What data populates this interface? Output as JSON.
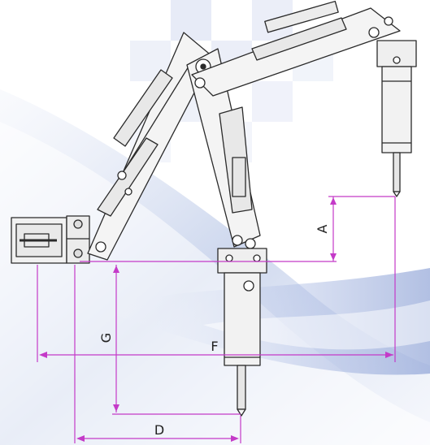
{
  "dimensions": {
    "A": "A",
    "D": "D",
    "F": "F",
    "G": "G"
  },
  "colors": {
    "dimension_line": "#c43ac8",
    "machine_line": "#2a2a2a",
    "machine_fill": "#f4f4f4",
    "background_wave": "#8fa6d8",
    "background_checker": "#dde3f3"
  }
}
